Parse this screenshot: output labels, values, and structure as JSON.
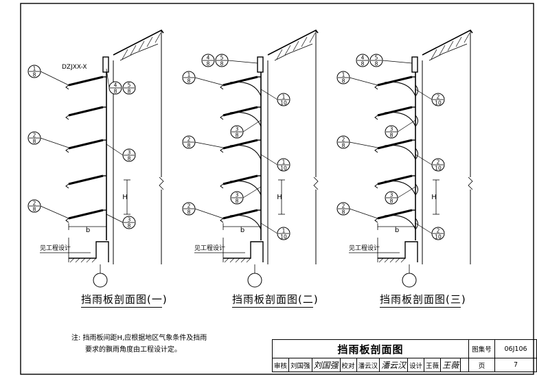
{
  "drawing": {
    "fig_captions": [
      "挡雨板剖面图(一)",
      "挡雨板剖面图(二)",
      "挡雨板剖面图(三)"
    ],
    "labels": {
      "dzjxx": "DZJXX-X",
      "project_design": "见工程设计",
      "dim_b": "b",
      "dim_h": "H"
    },
    "fig1": {
      "top_left_circle": [
        "1",
        "8"
      ],
      "top_right_circles": [
        [
          "4",
          "8"
        ],
        [
          "5",
          "8"
        ]
      ],
      "left_circles": [
        [
          "2",
          "8"
        ],
        [
          "2",
          "8"
        ]
      ],
      "right_circles": [
        [
          "3",
          "8"
        ],
        [
          "3",
          "8"
        ]
      ]
    },
    "fig2": {
      "top_circles": [
        [
          "4",
          "8"
        ],
        [
          "5",
          "8"
        ]
      ],
      "left_circles": [
        [
          "1",
          "8"
        ],
        [
          "2",
          "8"
        ],
        [
          "2",
          "8"
        ]
      ],
      "right_circles": [
        [
          "1",
          "10"
        ],
        [
          "1",
          "10"
        ],
        [
          "1",
          "10"
        ]
      ],
      "mid_circles": [
        [
          "3",
          "8"
        ],
        [
          "3",
          "8"
        ]
      ]
    },
    "fig3": {
      "top_circles": [
        [
          "4",
          "8"
        ],
        [
          "5",
          "8"
        ]
      ],
      "left_circles": [
        [
          "1",
          "8"
        ],
        [
          "2",
          "8"
        ],
        [
          "2",
          "8"
        ]
      ],
      "right_circles": [
        [
          "2",
          "10"
        ],
        [
          "2",
          "10"
        ],
        [
          "2",
          "10"
        ]
      ],
      "mid_circles": [
        [
          "3",
          "8"
        ],
        [
          "3",
          "8"
        ]
      ]
    }
  },
  "note": {
    "line1": "注: 挡雨板间距H,应根据地区气象条件及挡雨",
    "line2": "要求的飘雨角度由工程设计定。"
  },
  "title_block": {
    "title": "挡雨板剖面图",
    "atlas_label": "图集号",
    "atlas_no": "06J106",
    "page_label": "页",
    "page_no": "7",
    "review_label": "审核",
    "reviewer": "刘国强",
    "reviewer_sig": "刘国强",
    "check_label": "校对",
    "checker": "潘云汉",
    "checker_sig": "潘云汉",
    "design_label": "设计",
    "designer": "王薇",
    "designer_sig": "王薇"
  }
}
